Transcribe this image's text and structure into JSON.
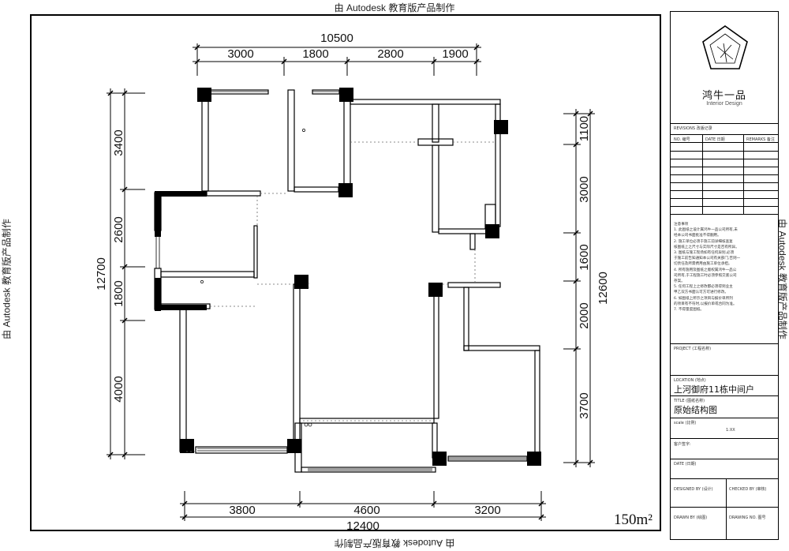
{
  "watermark": "由 Autodesk 教育版产品制作",
  "dimensions": {
    "top_total": "10500",
    "top_segments": [
      "3000",
      "1800",
      "2800",
      "1900"
    ],
    "bottom_total": "12400",
    "bottom_segments": [
      "3800",
      "4600",
      "3200"
    ],
    "left_total": "12700",
    "left_segments": [
      "3400",
      "2600",
      "1800",
      "4000"
    ],
    "right_total": "12600",
    "right_segments": [
      "1100",
      "3000",
      "1600",
      "2000",
      "3700"
    ]
  },
  "area_label": "150m²",
  "title_block": {
    "company": "鸿牛一品",
    "company_sub": "Interior Design",
    "revisions_label": "REVISIONS 改版记录",
    "rev_headers": [
      "NO. 编号",
      "DATE 日期",
      "REMARKS 备注"
    ],
    "notes_title": "注意事项",
    "notes": [
      "1. 此图纸之设计属鸿牛一品公司所有,未",
      "经本公司书面批准不得翻用。",
      "2. 施工单位必须于施工前详细核查复",
      "核图纸上之尺寸与实际尺寸是否有所异。",
      "3. 图纸与施工现场如有任何异别,必须",
      "于施工前告知通知本公司有关部门,否则一",
      "切责任及所需费用由施工单位承担。",
      "4. 所有施用及图纸之版权属鸿牛一品公",
      "司所有,于工程施工时必须参照交底公司",
      "存案。",
      "5. 任何工程上之修改都必须得到业主",
      "甲乙双方书面认可方可进行修改。",
      "6. 如图纸上所示之项目与报价单所列",
      "的项目有不符时,以报价单或合同为准。",
      "7. 不得量度图纸。"
    ],
    "project_label": "PROJECT (工程名称)",
    "location_label": "LOCATION (地点)",
    "location_value": "上河御府11栋中间户",
    "title_label": "TITLE (图纸名称)",
    "title_value": "原始结构图",
    "scale_label": "scale (比例)",
    "scale_value": "1:XX",
    "client_label": "客户签字:",
    "date_label": "DATE (日期)",
    "designed_label": "DESIGNED BY (设计)",
    "checked_label": "CHECKED BY (审核)",
    "drawn_label": "DRAWN BY (绘图)",
    "drawing_no_label": "DRAWING NO. 图号"
  }
}
